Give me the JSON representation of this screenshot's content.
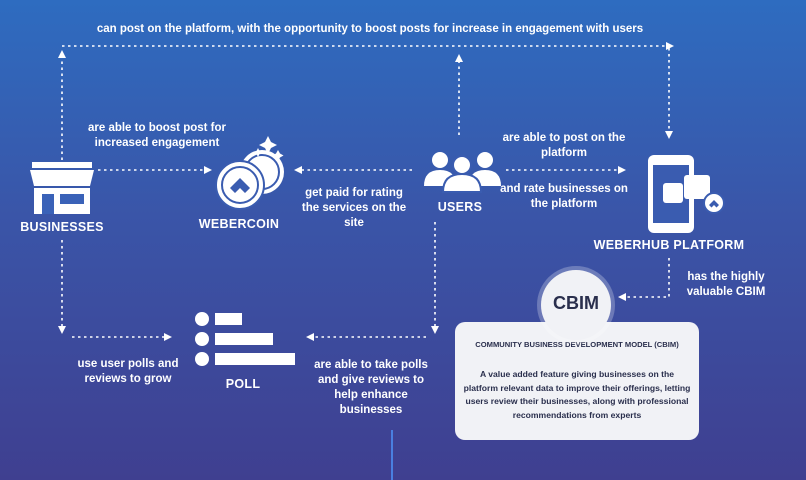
{
  "nodes": {
    "businesses": "BUSINESSES",
    "webercoin": "WEBERCOIN",
    "users": "USERS",
    "weberhub": "WEBERHUB PLATFORM",
    "poll": "POLL",
    "cbim_badge": "CBIM"
  },
  "edges": {
    "top": "can post on the platform, with the opportunity to boost posts for increase in engagement with users",
    "boost": "are able to boost post for increased engagement",
    "paid": "get paid for rating the services on the site",
    "post": "are able to post on the platform",
    "rate": "and rate businesses on the platform",
    "cbim": "has the highly valuable CBIM",
    "use_polls": "use user polls and reviews to grow",
    "take_polls": "are able to take polls and give reviews to help enhance businesses"
  },
  "card": {
    "title": "COMMUNITY BUSINESS DEVELOPMENT MODEL (CBIM)",
    "body": "A value added feature giving businesses on the platform relevant data to improve their offerings, letting users review their businesses, along with professional recommendations from experts"
  },
  "colors": {
    "background_top": "#2e6cc0",
    "background_bottom": "#3f3f90",
    "card": "#f1f2f6",
    "card_text": "#2a2f4d"
  }
}
